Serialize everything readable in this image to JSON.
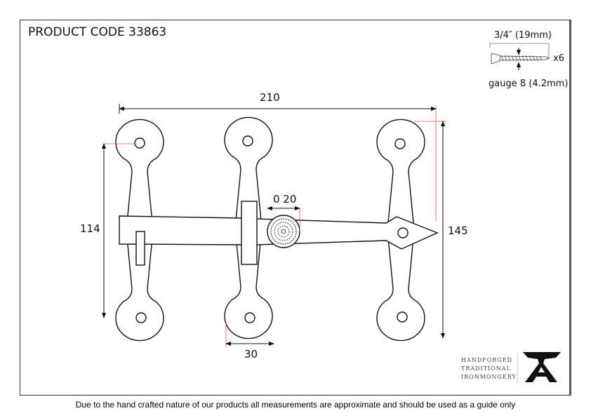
{
  "header": {
    "product_code": "PRODUCT CODE 33863"
  },
  "screw": {
    "length": "3/4″ (19mm)",
    "quantity": "x6",
    "gauge": "gauge 8 (4.2mm)"
  },
  "dimensions": {
    "width": "210",
    "height_inner": "114",
    "height_total": "145",
    "knob_diameter": "0 20",
    "plate_width": "30"
  },
  "logo": {
    "lines": [
      "HANDFORGED",
      "TRADITIONAL",
      "IRONMONGERY"
    ],
    "mark": "anvil-A"
  },
  "footer": {
    "note": "Due to the hand crafted nature of our products all measurements are approximate and should be used as a guide only"
  },
  "colors": {
    "line": "#111111",
    "guide": "#e05050"
  }
}
